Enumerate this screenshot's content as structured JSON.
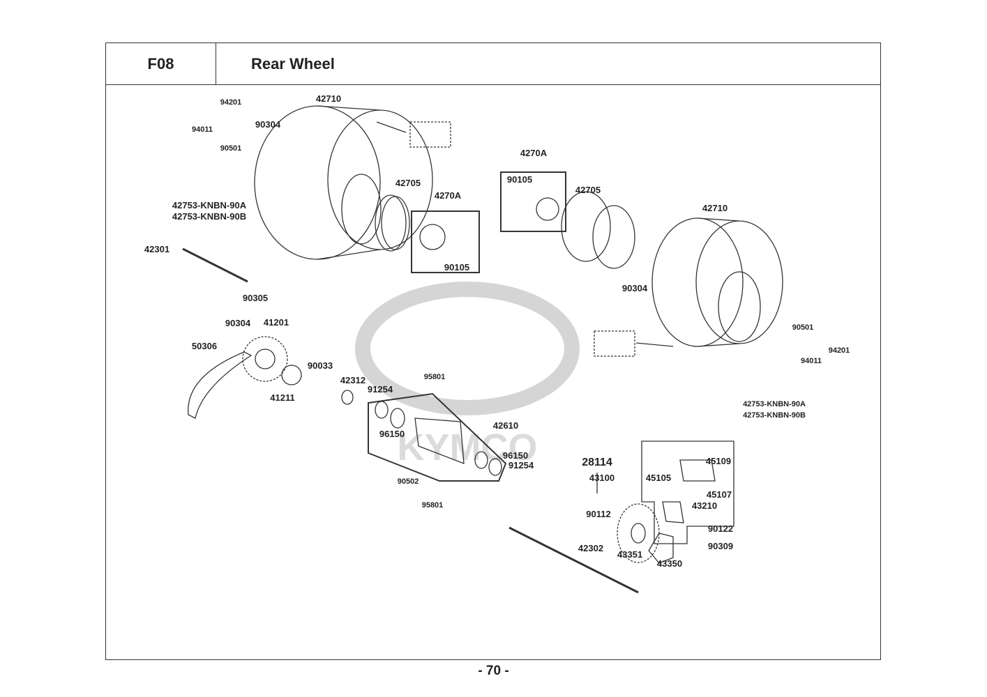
{
  "header": {
    "code": "F08",
    "title": "Rear Wheel"
  },
  "page_number": "- 70 -",
  "watermark": "KYMCO",
  "labels": [
    "94201",
    "94011",
    "90501",
    "90304",
    "42710",
    "42753-KNBN-90A",
    "42753-KNBN-90B",
    "42705",
    "4270A",
    "90105",
    "42301",
    "90305",
    "4270A",
    "90105",
    "42705",
    "42710",
    "90304",
    "90501",
    "94201",
    "94011",
    "42753-KNBN-90A",
    "42753-KNBN-90B",
    "50306",
    "90304",
    "41201",
    "90033",
    "41211",
    "42312",
    "91254",
    "95801",
    "42610",
    "96150",
    "96150",
    "91254",
    "90502",
    "95801",
    "28114",
    "43100",
    "45105",
    "45109",
    "45107",
    "43210",
    "90112",
    "90122",
    "90309",
    "42302",
    "43351",
    "43350"
  ]
}
